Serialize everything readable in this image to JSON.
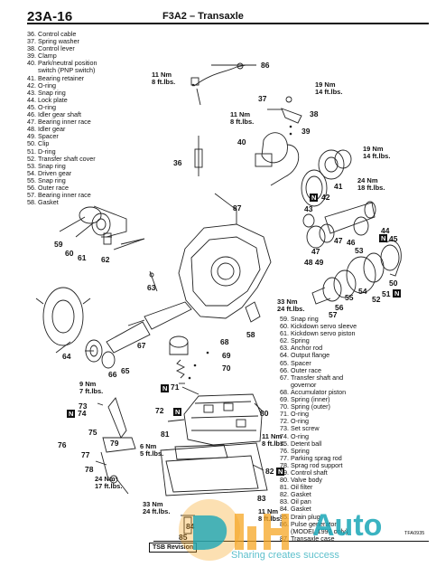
{
  "header": {
    "page_id": "23A-16",
    "section": "F3A2",
    "dash": "–",
    "subsection": "Transaxle"
  },
  "legend_left": [
    {
      "n": "36.",
      "t": "Control cable"
    },
    {
      "n": "37.",
      "t": "Spring washer"
    },
    {
      "n": "38.",
      "t": "Control lever"
    },
    {
      "n": "39.",
      "t": "Clamp"
    },
    {
      "n": "40.",
      "t": "Park/neutral position"
    },
    {
      "n": "",
      "t": "switch (PNP switch)"
    },
    {
      "n": "41.",
      "t": "Bearing retainer"
    },
    {
      "n": "42.",
      "t": "O-ring"
    },
    {
      "n": "43.",
      "t": "Snap ring"
    },
    {
      "n": "44.",
      "t": "Lock plate"
    },
    {
      "n": "45.",
      "t": "O-ring"
    },
    {
      "n": "46.",
      "t": "Idler gear shaft"
    },
    {
      "n": "47.",
      "t": "Bearing inner race"
    },
    {
      "n": "48.",
      "t": "Idler gear"
    },
    {
      "n": "49.",
      "t": "Spacer"
    },
    {
      "n": "50.",
      "t": "Clip"
    },
    {
      "n": "51.",
      "t": "D-ring"
    },
    {
      "n": "52.",
      "t": "Transfer shaft cover"
    },
    {
      "n": "53.",
      "t": "Snap ring"
    },
    {
      "n": "54.",
      "t": "Driven gear"
    },
    {
      "n": "55.",
      "t": "Snap ring"
    },
    {
      "n": "56.",
      "t": "Outer race"
    },
    {
      "n": "57.",
      "t": "Bearing inner race"
    },
    {
      "n": "58.",
      "t": "Gasket"
    }
  ],
  "legend_right": [
    {
      "n": "59.",
      "t": "Snap ring"
    },
    {
      "n": "60.",
      "t": "Kickdown servo sleeve"
    },
    {
      "n": "61.",
      "t": "Kickdown servo piston"
    },
    {
      "n": "62.",
      "t": "Spring"
    },
    {
      "n": "63.",
      "t": "Anchor rod"
    },
    {
      "n": "64.",
      "t": "Output flange"
    },
    {
      "n": "65.",
      "t": "Spacer"
    },
    {
      "n": "66.",
      "t": "Outer race"
    },
    {
      "n": "67.",
      "t": "Transfer shaft and"
    },
    {
      "n": "",
      "t": "governor"
    },
    {
      "n": "68.",
      "t": "Accumulator piston"
    },
    {
      "n": "69.",
      "t": "Spring (inner)"
    },
    {
      "n": "70.",
      "t": "Spring (outer)"
    },
    {
      "n": "71.",
      "t": "O-ring"
    },
    {
      "n": "72.",
      "t": "O-ring"
    },
    {
      "n": "73.",
      "t": "Set screw"
    },
    {
      "n": "74.",
      "t": "O-ring"
    },
    {
      "n": "75.",
      "t": "Detent ball"
    },
    {
      "n": "76.",
      "t": "Spring"
    },
    {
      "n": "77.",
      "t": "Parking sprag rod"
    },
    {
      "n": "78.",
      "t": "Sprag rod support"
    },
    {
      "n": "79.",
      "t": "Control shaft"
    },
    {
      "n": "80.",
      "t": "Valve body"
    },
    {
      "n": "81.",
      "t": "Oil filter"
    },
    {
      "n": "82.",
      "t": "Gasket"
    },
    {
      "n": "83.",
      "t": "Oil pan"
    },
    {
      "n": "84.",
      "t": "Gasket"
    },
    {
      "n": "85.",
      "t": "Drain plug"
    },
    {
      "n": "86.",
      "t": "Pulse generator"
    },
    {
      "n": "",
      "t": "(MODEL 1992 only)"
    },
    {
      "n": "87.",
      "t": "Transaxle case"
    }
  ],
  "torque_labels": [
    {
      "id": "t1",
      "line1": "11 Nm",
      "line2": "8 ft.lbs."
    },
    {
      "id": "t2",
      "line1": "19 Nm",
      "line2": "14 ft.lbs."
    },
    {
      "id": "t3",
      "line1": "11 Nm",
      "line2": "8 ft.lbs."
    },
    {
      "id": "t4",
      "line1": "19 Nm",
      "line2": "14 ft.lbs."
    },
    {
      "id": "t5",
      "line1": "24 Nm",
      "line2": "18 ft.lbs."
    },
    {
      "id": "t6",
      "line1": "33 Nm",
      "line2": "24 ft.lbs."
    },
    {
      "id": "t7",
      "line1": "9 Nm",
      "line2": "7 ft.lbs."
    },
    {
      "id": "t8",
      "line1": "6 Nm",
      "line2": "5 ft.lbs."
    },
    {
      "id": "t9",
      "line1": "11 Nm",
      "line2": "8 ft.lbs."
    },
    {
      "id": "t10",
      "line1": "24 Nm",
      "line2": "17 ft.lbs."
    },
    {
      "id": "t11",
      "line1": "33 Nm",
      "line2": "24 ft.lbs."
    },
    {
      "id": "t12",
      "line1": "11 Nm",
      "line2": "8 ft.lbs."
    }
  ],
  "callouts": [
    "86",
    "37",
    "38",
    "39",
    "36",
    "40",
    "41",
    "42",
    "43",
    "44",
    "45",
    "46",
    "47",
    "48",
    "49",
    "87",
    "59",
    "60",
    "61",
    "62",
    "53",
    "54",
    "55",
    "56",
    "57",
    "50",
    "51",
    "52",
    "63",
    "64",
    "65",
    "66",
    "67",
    "58",
    "68",
    "69",
    "70",
    "71",
    "72",
    "73",
    "74",
    "75",
    "76",
    "77",
    "78",
    "79",
    "80",
    "81",
    "82",
    "83",
    "84",
    "85"
  ],
  "footer": {
    "revision": "TSB Revision",
    "figure_id": "TFA0935"
  },
  "watermark": {
    "brand": "Auto",
    "tagline": "Sharing creates success",
    "color_orange": "#f5a623",
    "color_teal": "#1aa6b7"
  }
}
